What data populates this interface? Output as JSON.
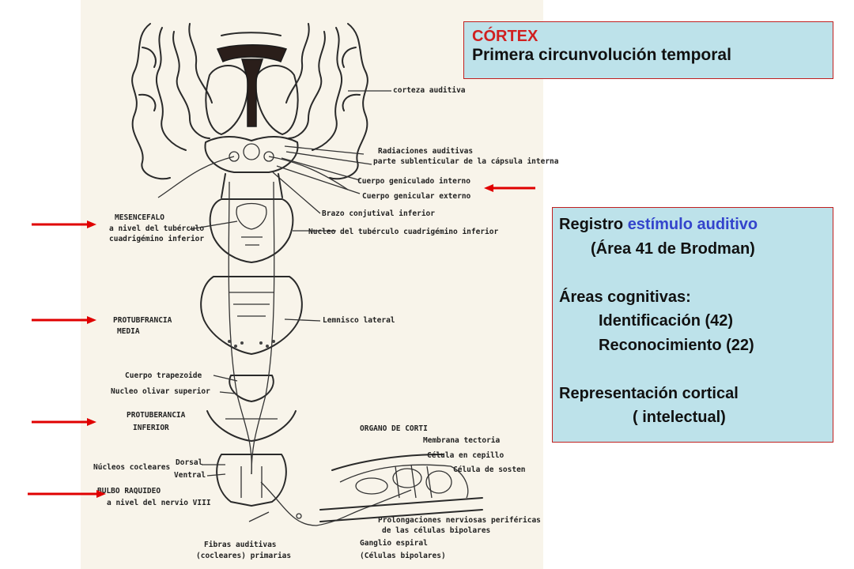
{
  "cortex_box": {
    "heading": "CÓRTEX",
    "subtitle": "Primera circunvolución temporal"
  },
  "info_box": {
    "line1_prefix": "Registro",
    "line1_accent": "estímulo auditivo",
    "line2": "(Área 41 de Brodman)",
    "line3": "Áreas cognitivas:",
    "line4": "Identificación (42)",
    "line5": "Reconocimiento (22)",
    "line6": "Representación cortical",
    "line7": "( intelectual)"
  },
  "diagram_labels": {
    "corteza_auditiva": "corteza auditiva",
    "radiaciones_1": "Radiaciones auditivas",
    "radiaciones_2": "parte sublenticular de la cápsula interna",
    "geniculado_interno": "Cuerpo geniculado interno",
    "geniculado_externo": "Cuerpo genicular externo",
    "brazo": "Brazo conjutival inferior",
    "nucleo_tuberculo": "Nucleo del tubérculo cuadrigémino inferior",
    "mesencefalo_1": "MESENCEFALO",
    "mesencefalo_2": "a nivel del tubérculo",
    "mesencefalo_3": "cuadrigémino inferior",
    "protubfrancia_1": "PROTUBFRANCIA",
    "protubfrancia_2": "MEDIA",
    "lemnisco": "Lemnisco lateral",
    "cuerpo_trapezoide": "Cuerpo trapezoide",
    "nucleo_olivar": "Nucleo olivar superior",
    "protuberancia_inf_1": "PROTUBERANCIA",
    "protuberancia_inf_2": "INFERIOR",
    "organo_corti": "ORGANO DE CORTI",
    "membrana_tectoria": "Membrana tectoria",
    "celula_cepillo": "Célula en cepillo",
    "celula_sosten": "Célula de sosten",
    "nucleos_cocleares": "Núcleos cocleares",
    "dorsal": "Dorsal",
    "ventral": "Ventral",
    "bulbo_1": "BULBO RAQUIDEO",
    "bulbo_2": "a nivel del nervio VIII",
    "prolongaciones_1": "Prolongaciones nerviosas periféricas",
    "prolongaciones_2": "de las células bipolares",
    "fibras_1": "Fibras auditivas",
    "fibras_2": "(cocleares) primarias",
    "ganglio_1": "Ganglio espiral",
    "ganglio_2": "(Células bipolares)"
  },
  "colors": {
    "box_fill": "#bde2ea",
    "box_border": "#c02020",
    "heading_red": "#d02020",
    "accent_blue": "#3344cc",
    "arrow_red": "#e00000"
  }
}
